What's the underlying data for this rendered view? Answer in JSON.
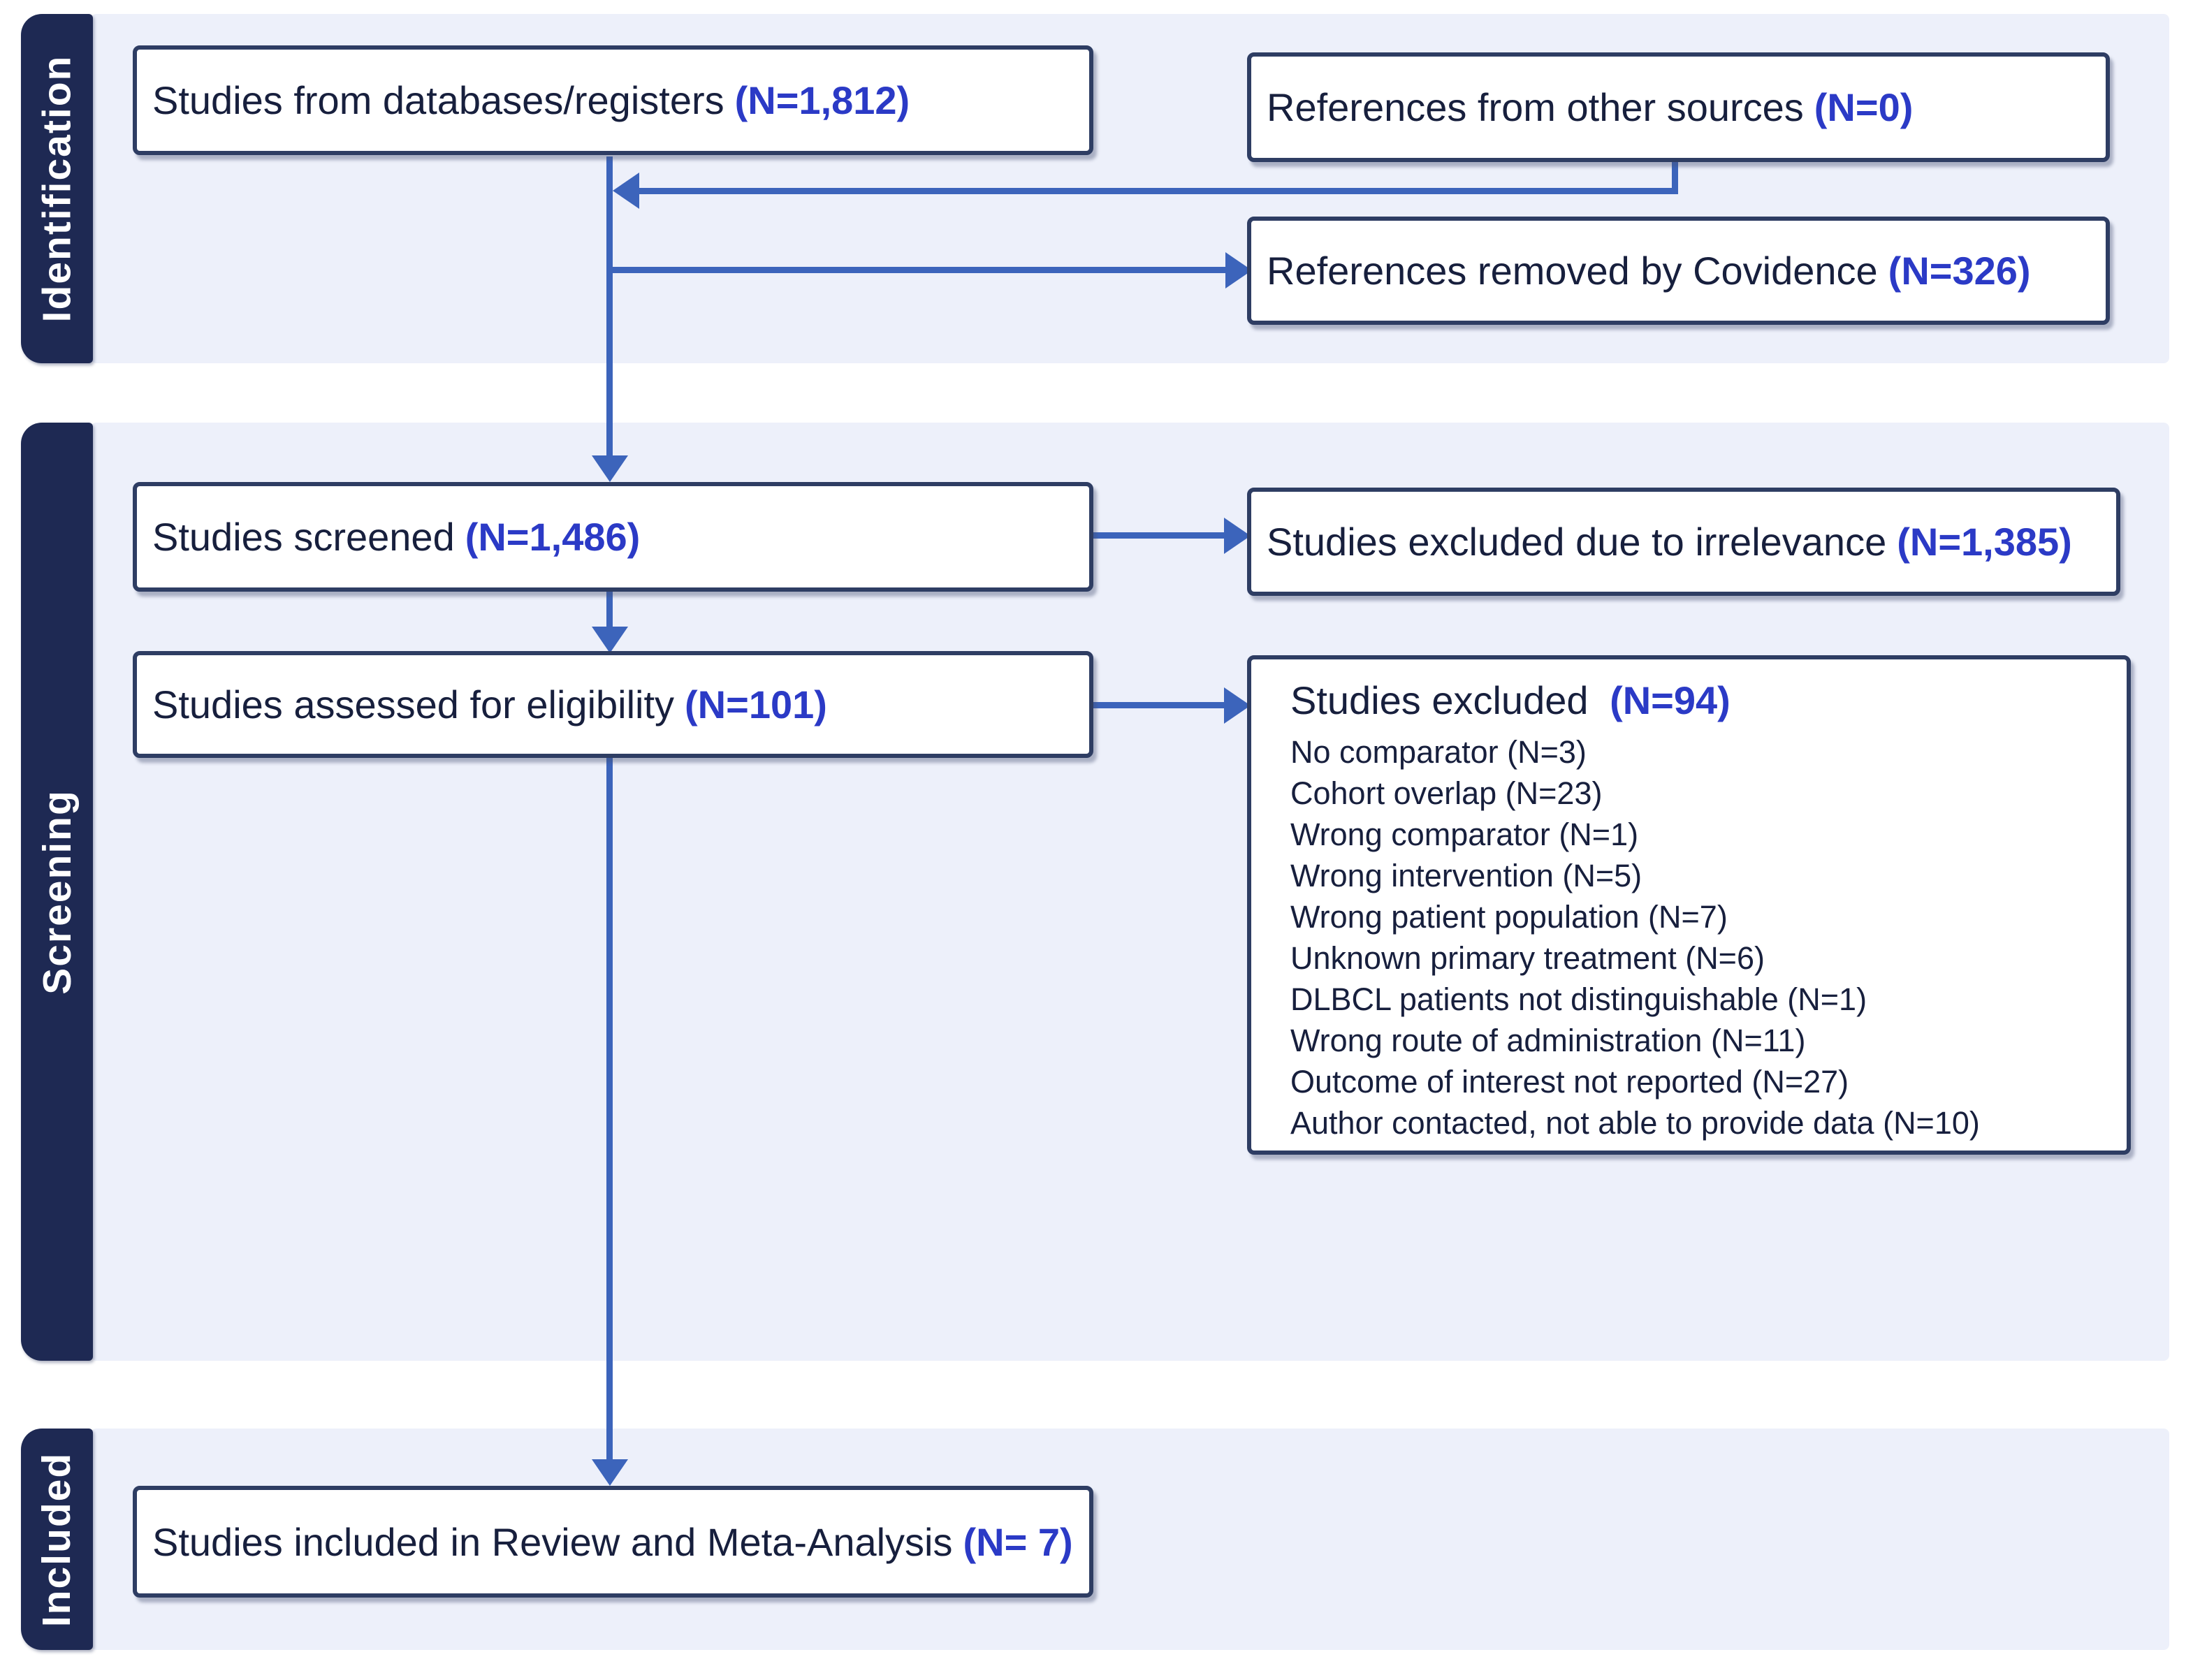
{
  "diagram": {
    "type": "prisma-flowchart",
    "stages": [
      {
        "id": "identification",
        "label": "Identification"
      },
      {
        "id": "screening",
        "label": "Screening"
      },
      {
        "id": "included",
        "label": "Included"
      }
    ],
    "boxes": {
      "databases": {
        "text": "Studies from databases/registers",
        "n": "(N=1,812)"
      },
      "other_sources": {
        "text": "References from other sources",
        "n": "(N=0)"
      },
      "removed_covidence": {
        "text": "References removed by Covidence",
        "n": "(N=326)"
      },
      "screened": {
        "text": "Studies screened",
        "n": "(N=1,486)"
      },
      "excluded_irrelevance": {
        "text": "Studies excluded due to irrelevance",
        "n": "(N=1,385)"
      },
      "assessed": {
        "text": "Studies assessed for eligibility",
        "n": "(N=101)"
      },
      "included": {
        "text": "Studies included in Review and Meta-Analysis",
        "n": "(N= 7)"
      }
    },
    "excluded_detail": {
      "title": "Studies excluded",
      "n": "(N=94)",
      "items": [
        "No comparator (N=3)",
        "Cohort overlap (N=23)",
        "Wrong comparator (N=1)",
        "Wrong intervention (N=5)",
        "Wrong patient population (N=7)",
        "Unknown primary treatment (N=6)",
        "DLBCL patients not distinguishable (N=1)",
        "Wrong route of administration (N=11)",
        "Outcome of interest not reported (N=27)",
        "Author contacted, not able to provide data (N=10)"
      ]
    },
    "colors": {
      "stage_tab": "#1e2953",
      "stage_band": "#edf0fa",
      "box_border": "#2e3d63",
      "arrow": "#3c64bb",
      "text": "#171f3d",
      "accent_n": "#2b3ac6"
    }
  }
}
